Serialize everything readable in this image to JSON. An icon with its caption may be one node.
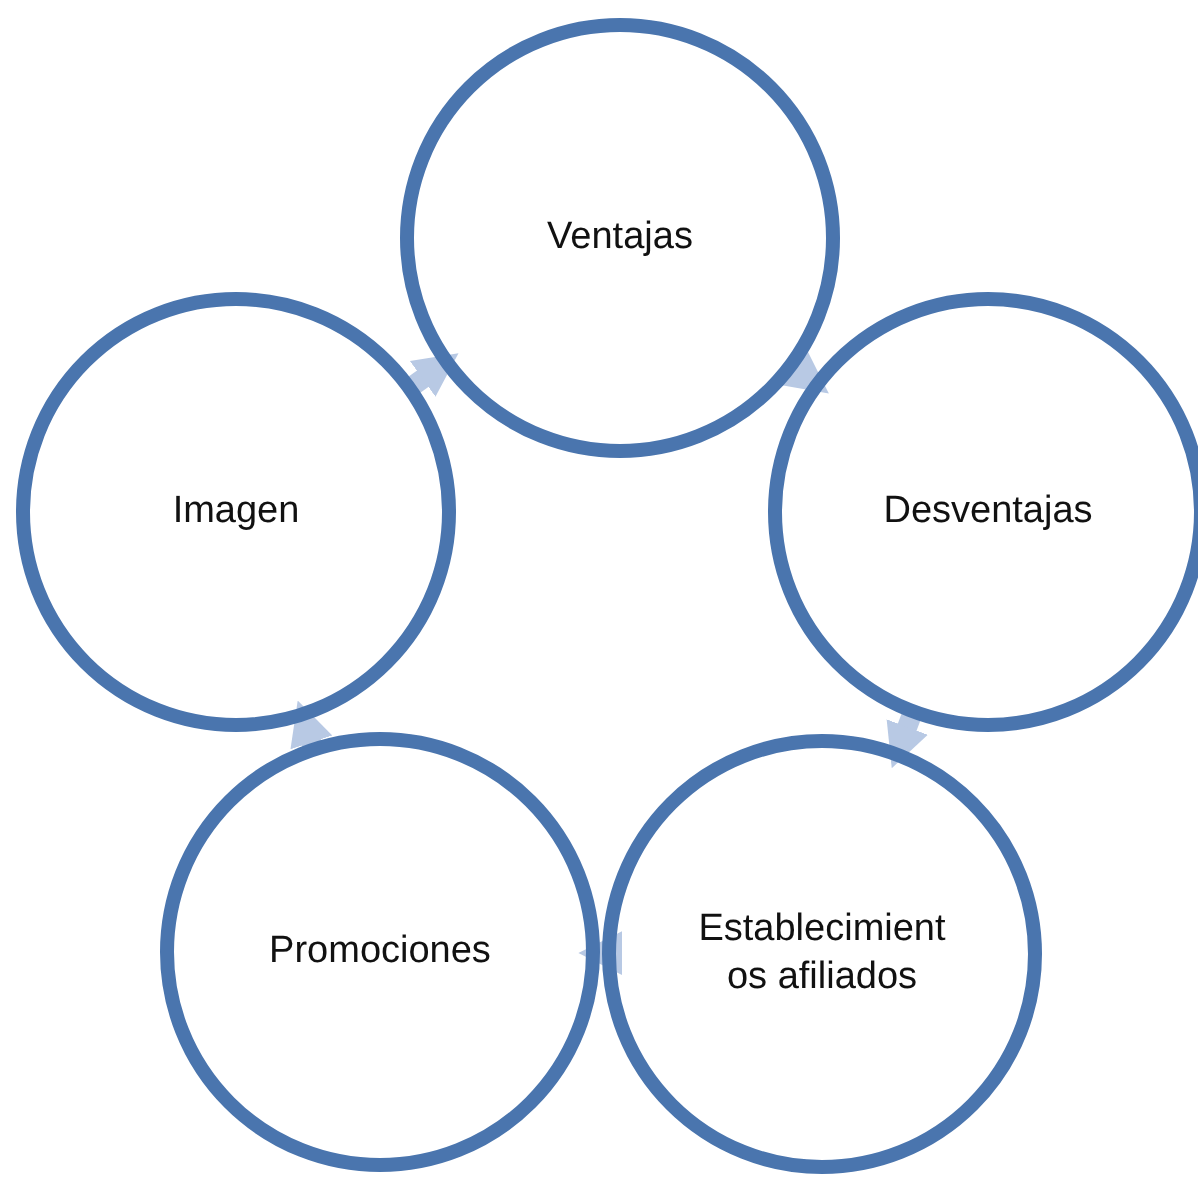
{
  "diagram": {
    "nodes": [
      {
        "text": [
          "Ventajas"
        ]
      },
      {
        "text": [
          "Imagen"
        ]
      },
      {
        "text": [
          "Desventajas"
        ]
      },
      {
        "text": [
          "Promociones"
        ]
      },
      {
        "text": [
          "Establecimient os afiliados"
        ]
      }
    ],
    "edges": [
      {
        "from": 0,
        "to": 2,
        "arrow": "to"
      },
      {
        "from": 2,
        "to": 4,
        "arrow": "to"
      },
      {
        "from": 4,
        "to": 3,
        "arrow": "to"
      },
      {
        "from": 3,
        "to": 1,
        "arrow": "to"
      },
      {
        "from": 1,
        "to": 0,
        "arrow": "to"
      }
    ]
  }
}
